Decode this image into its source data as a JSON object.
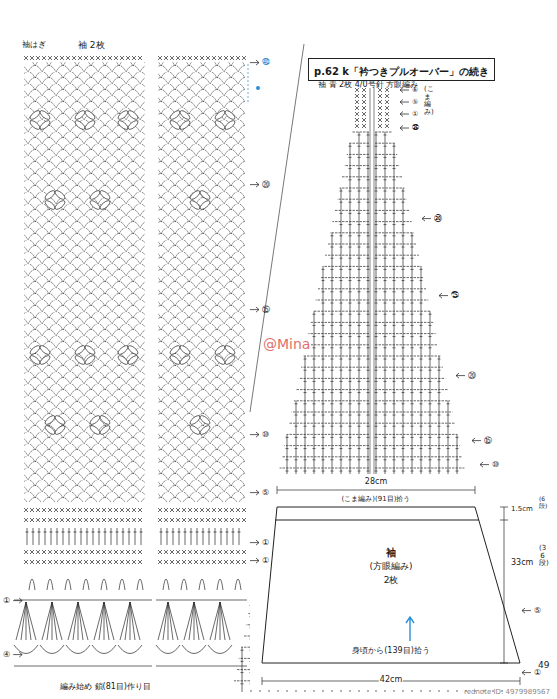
{
  "diagram": {
    "nodes": [
      {
        "text": [
          "p.62 k「衿つきプルオーバー」の続き"
        ]
      },
      {
        "text": [
          "袖",
          "(方眼編み)",
          "2枚"
        ]
      }
    ],
    "labels": [
      "袖はぎ",
      "袖 2枚",
      "㊵",
      "⑳",
      "⑮",
      "⑩",
      "⑤",
      "①",
      "①",
      "①",
      "④",
      "編み始め 鎖(81目)作り目",
      "袖 青 2枚 4/0号針 方眼編み",
      "(こま編み)",
      "⑥",
      "⑤",
      "①",
      "㊱",
      "㉚",
      "㉕",
      "⑳",
      "⑮",
      "⑩",
      "⑤",
      "①",
      "28cm",
      "(こま編み)(91目)拾う",
      "1.5cm",
      "(6段)",
      "33cm",
      "(36段)",
      "身頃から(139目)拾う",
      "42cm",
      "@Mina",
      "49",
      "rednote ID: 4979989567"
    ]
  }
}
